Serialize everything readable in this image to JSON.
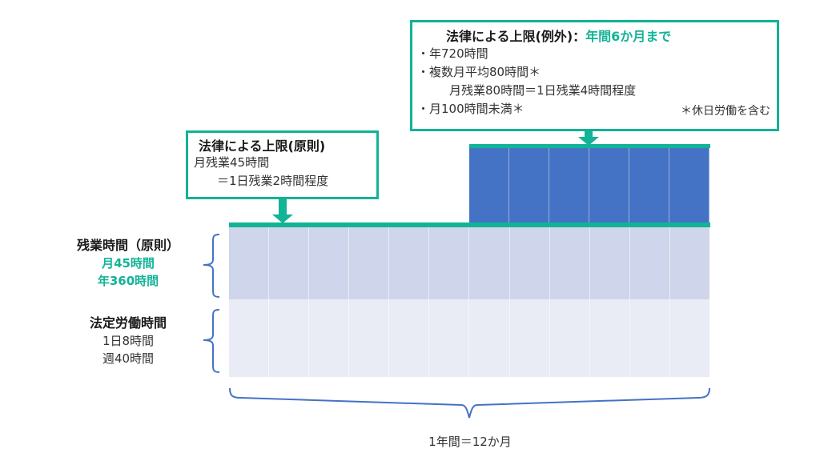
{
  "colors": {
    "accent_teal": "#12b396",
    "exception_blue": "#4472c4",
    "overtime_fill": "#cfd5ea",
    "legal_fill": "#e9ebf5",
    "brace_blue": "#4472c4"
  },
  "callout_exception": {
    "title_prefix": "法律による上限(例外)：",
    "title_highlight": "年間6か月まで",
    "lines": [
      "・年720時間",
      "・複数月平均80時間＊",
      "月残業80時間＝1日残業4時間程度",
      "・月100時間未満＊"
    ],
    "note": "＊休日労働を含む"
  },
  "callout_principle": {
    "title": "法律による上限(原則)",
    "lines": [
      "月残業45時間",
      "＝1日残業2時間程度"
    ]
  },
  "labels": {
    "overtime": {
      "heading": "残業時間（原則）",
      "lines": [
        "月45時間",
        "年360時間"
      ]
    },
    "legal_hours": {
      "heading": "法定労働時間",
      "lines": [
        "1日8時間",
        "週40時間"
      ]
    }
  },
  "grid": {
    "months": 12,
    "exception_months": 6
  },
  "bottom_label": "1年間＝12か月"
}
